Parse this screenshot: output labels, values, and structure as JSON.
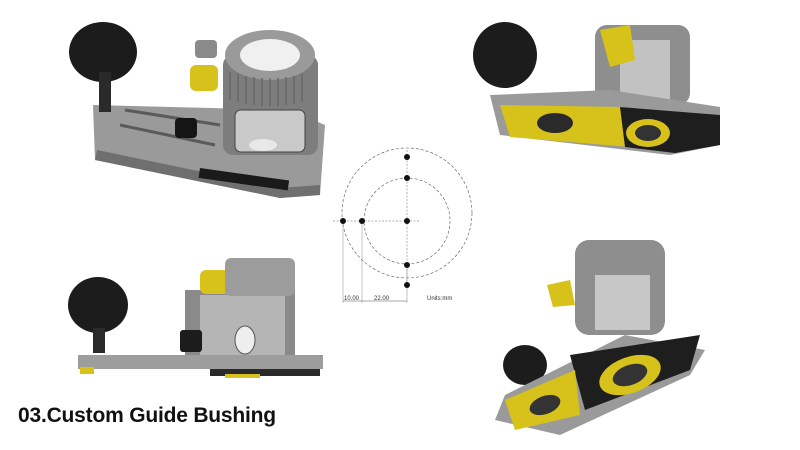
{
  "title": "03.Custom Guide Bushing",
  "diagram": {
    "dim_left": "10.00",
    "dim_right": "22.00",
    "units": "Units:mm"
  },
  "colors": {
    "body_gray": "#8e8e8e",
    "accent_yellow": "#d6c21a",
    "knob_black": "#1c1c1c",
    "plate_black": "#222222"
  },
  "views": [
    {
      "name": "perspective-top-view"
    },
    {
      "name": "perspective-underside-view-1"
    },
    {
      "name": "side-view"
    },
    {
      "name": "perspective-underside-view-2"
    }
  ]
}
